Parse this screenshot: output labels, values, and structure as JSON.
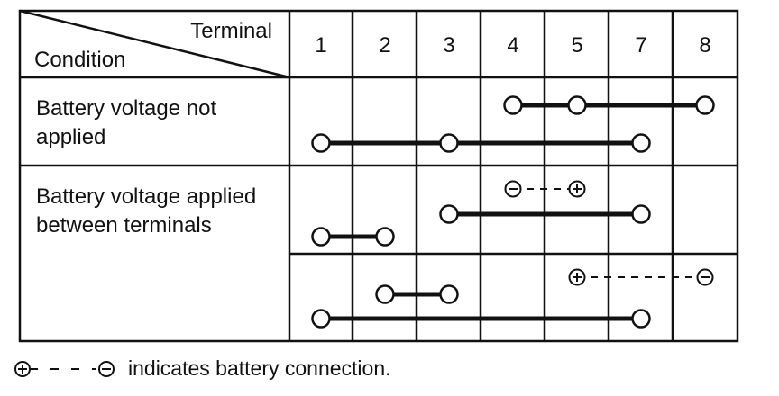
{
  "table": {
    "corner": {
      "terminal_label": "Terminal",
      "condition_label": "Condition"
    },
    "terminals": [
      "1",
      "2",
      "3",
      "4",
      "5",
      "7",
      "8"
    ],
    "rows": [
      {
        "condition_lines": [
          "Battery  voltage  not",
          "applied"
        ],
        "connections": [
          {
            "type": "continuity",
            "terminals": [
              "4",
              "5",
              "8"
            ]
          },
          {
            "type": "continuity",
            "terminals": [
              "1",
              "3",
              "7"
            ]
          }
        ]
      },
      {
        "condition_lines": [
          "Battery voltage applied",
          "between terminals"
        ],
        "connections": [
          {
            "type": "battery",
            "negative": "4",
            "positive": "5"
          },
          {
            "type": "continuity",
            "terminals": [
              "3",
              "7"
            ]
          },
          {
            "type": "continuity",
            "terminals": [
              "1",
              "2"
            ]
          }
        ]
      },
      {
        "condition_lines": [],
        "connections": [
          {
            "type": "battery",
            "positive": "5",
            "negative": "8"
          },
          {
            "type": "continuity",
            "terminals": [
              "2",
              "3"
            ]
          },
          {
            "type": "continuity",
            "terminals": [
              "1",
              "7"
            ]
          }
        ]
      }
    ]
  },
  "legend": {
    "text": "indicates battery connection."
  }
}
